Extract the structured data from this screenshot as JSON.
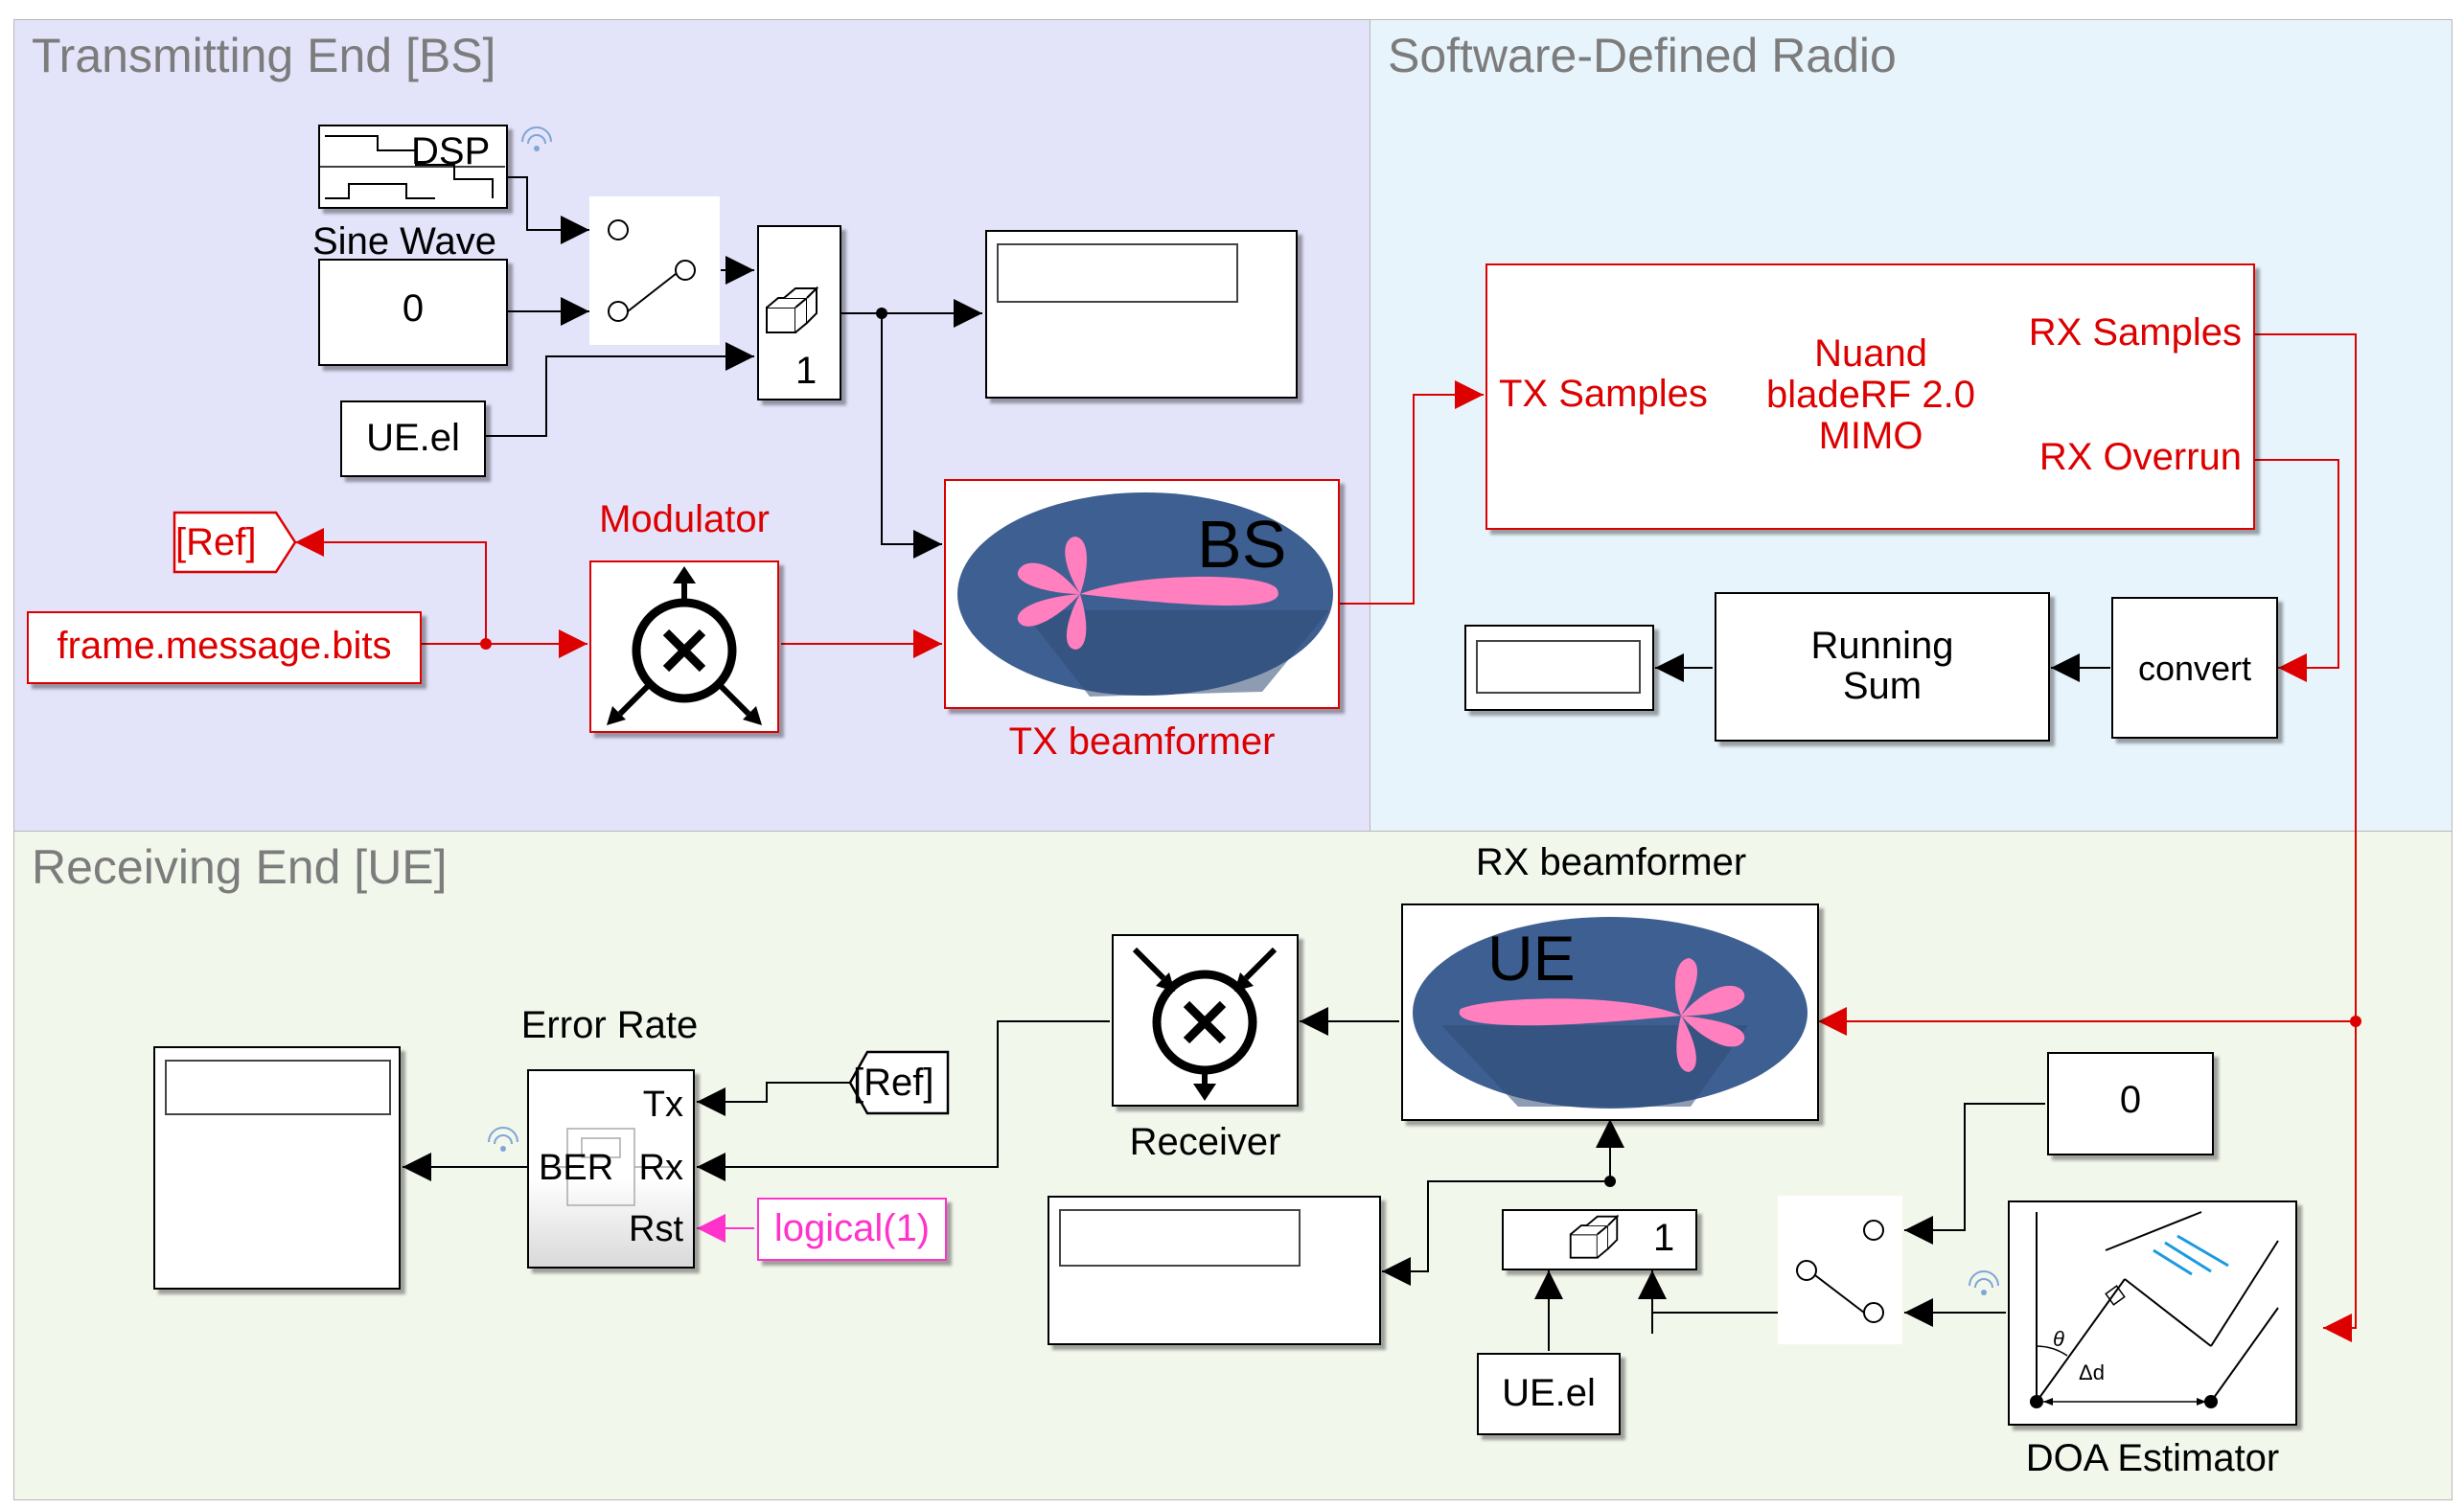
{
  "areas": {
    "tx_title": "Transmitting End [BS]",
    "sdr_title": "Software-Defined Radio",
    "rx_title": "Receiving End [UE]"
  },
  "tx": {
    "sine_wave_label": "Sine Wave",
    "sine_wave_icon_text": "DSP",
    "constant_value": "0",
    "ue_el_label": "UE.el",
    "concat_value": "1",
    "ref_tag": "[Ref]",
    "frame_bits": "frame.message.bits",
    "modulator_label": "Modulator",
    "tx_beamformer_label": "TX beamformer",
    "tx_beamformer_icon_text": "BS"
  },
  "sdr": {
    "tx_samples": "TX Samples",
    "device_line1": "Nuand",
    "device_line2": "bladeRF 2.0",
    "device_line3": "MIMO",
    "rx_samples": "RX Samples",
    "rx_overrun": "RX Overrun",
    "convert_label": "convert",
    "running_sum_line1": "Running",
    "running_sum_line2": "Sum"
  },
  "rx": {
    "rx_beamformer_label": "RX beamformer",
    "rx_beamformer_icon_text": "UE",
    "receiver_label": "Receiver",
    "error_rate_label": "Error Rate",
    "port_tx": "Tx",
    "port_rx": "Rx",
    "port_rst": "Rst",
    "ber_text": "BER",
    "ref_tag": "[Ref]",
    "logical_const": "logical(1)",
    "constant_value": "0",
    "concat_value": "1",
    "ue_el_label": "UE.el",
    "doa_label": "DOA Estimator",
    "doa_theta": "θ",
    "doa_delta": "Δd"
  },
  "colors": {
    "tx_area_bg": "#e3e3fa",
    "sdr_area_bg": "#e8f4fc",
    "rx_area_bg": "#f2f7ec",
    "signal_red": "#dd0000",
    "logical_magenta": "#ff33cc",
    "antenna_blue": "#4a7fc1",
    "lobe_pink": "#ff7fbf"
  }
}
